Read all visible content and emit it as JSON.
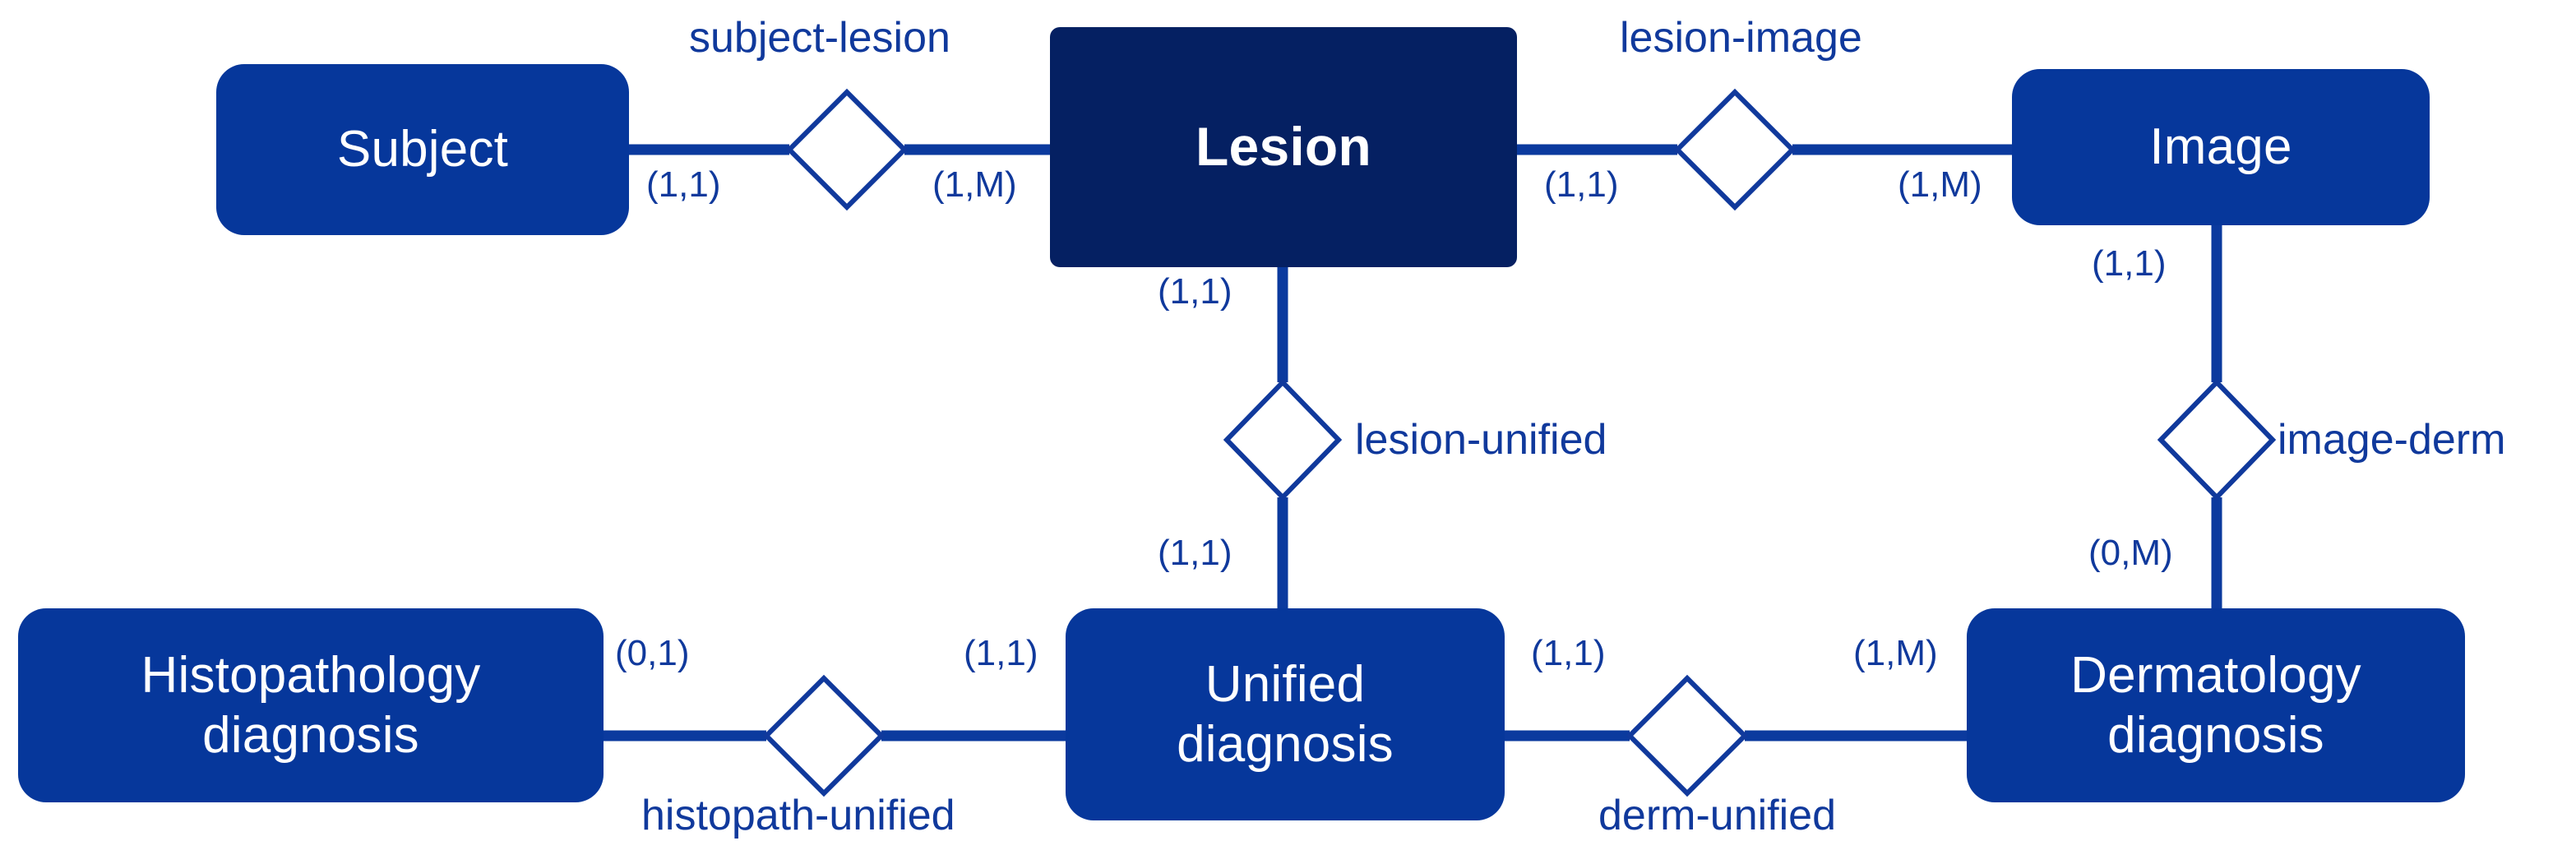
{
  "diagram": {
    "title": "Skin lesion dataset entity-relationship diagram",
    "type": "entity-relationship",
    "colors": {
      "entity_fill": "#06379b",
      "entity_fill_emphasis": "#052062",
      "entity_text": "#ffffff",
      "line": "#0b3a9e",
      "label_text": "#10399c",
      "background": "#ffffff"
    }
  },
  "entities": [
    {
      "id": "subject",
      "label": "Subject",
      "emphasis": false
    },
    {
      "id": "lesion",
      "label": "Lesion",
      "emphasis": true
    },
    {
      "id": "image",
      "label": "Image",
      "emphasis": false
    },
    {
      "id": "histopath",
      "label": "Histopathology\ndiagnosis",
      "emphasis": false
    },
    {
      "id": "unified",
      "label": "Unified\ndiagnosis",
      "emphasis": false
    },
    {
      "id": "derm",
      "label": "Dermatology\ndiagnosis",
      "emphasis": false
    }
  ],
  "relationships": [
    {
      "id": "subject-lesion",
      "name": "subject-lesion",
      "from": "Subject",
      "to": "Lesion",
      "from_cardinality": "(1,1)",
      "to_cardinality": "(1,M)",
      "orientation": "horizontal",
      "name_position": "above"
    },
    {
      "id": "lesion-image",
      "name": "lesion-image",
      "from": "Lesion",
      "to": "Image",
      "from_cardinality": "(1,1)",
      "to_cardinality": "(1,M)",
      "orientation": "horizontal",
      "name_position": "above"
    },
    {
      "id": "lesion-unified",
      "name": "lesion-unified",
      "from": "Lesion",
      "to": "Unified diagnosis",
      "from_cardinality": "(1,1)",
      "to_cardinality": "(1,1)",
      "orientation": "vertical",
      "name_position": "right"
    },
    {
      "id": "image-derm",
      "name": "image-derm",
      "from": "Image",
      "to": "Dermatology diagnosis",
      "from_cardinality": "(1,1)",
      "to_cardinality": "(0,M)",
      "orientation": "vertical",
      "name_position": "right"
    },
    {
      "id": "histopath-unified",
      "name": "histopath-unified",
      "from": "Histopathology diagnosis",
      "to": "Unified diagnosis",
      "from_cardinality": "(0,1)",
      "to_cardinality": "(1,1)",
      "orientation": "horizontal",
      "name_position": "below"
    },
    {
      "id": "derm-unified",
      "name": "derm-unified",
      "from": "Unified diagnosis",
      "to": "Dermatology diagnosis",
      "from_cardinality": "(1,1)",
      "to_cardinality": "(1,M)",
      "orientation": "horizontal",
      "name_position": "below"
    }
  ],
  "labels": {
    "entity_subject": "Subject",
    "entity_lesion": "Lesion",
    "entity_image": "Image",
    "entity_histopath": "Histopathology\ndiagnosis",
    "entity_unified": "Unified\ndiagnosis",
    "entity_derm": "Dermatology\ndiagnosis",
    "rel_subject_lesion": "subject-lesion",
    "rel_lesion_image": "lesion-image",
    "rel_lesion_unified": "lesion-unified",
    "rel_image_derm": "image-derm",
    "rel_histopath_unified": "histopath-unified",
    "rel_derm_unified": "derm-unified",
    "card_subject_left": "(1,1)",
    "card_subject_right": "(1,M)",
    "card_lesionimage_left": "(1,1)",
    "card_lesionimage_right": "(1,M)",
    "card_image_down": "(1,1)",
    "card_lesion_down": "(1,1)",
    "card_lesionunified_bottom": "(1,1)",
    "card_imagederm_bottom": "(0,M)",
    "card_histopath_left": "(0,1)",
    "card_histopath_right": "(1,1)",
    "card_derm_left": "(1,1)",
    "card_derm_right": "(1,M)"
  }
}
